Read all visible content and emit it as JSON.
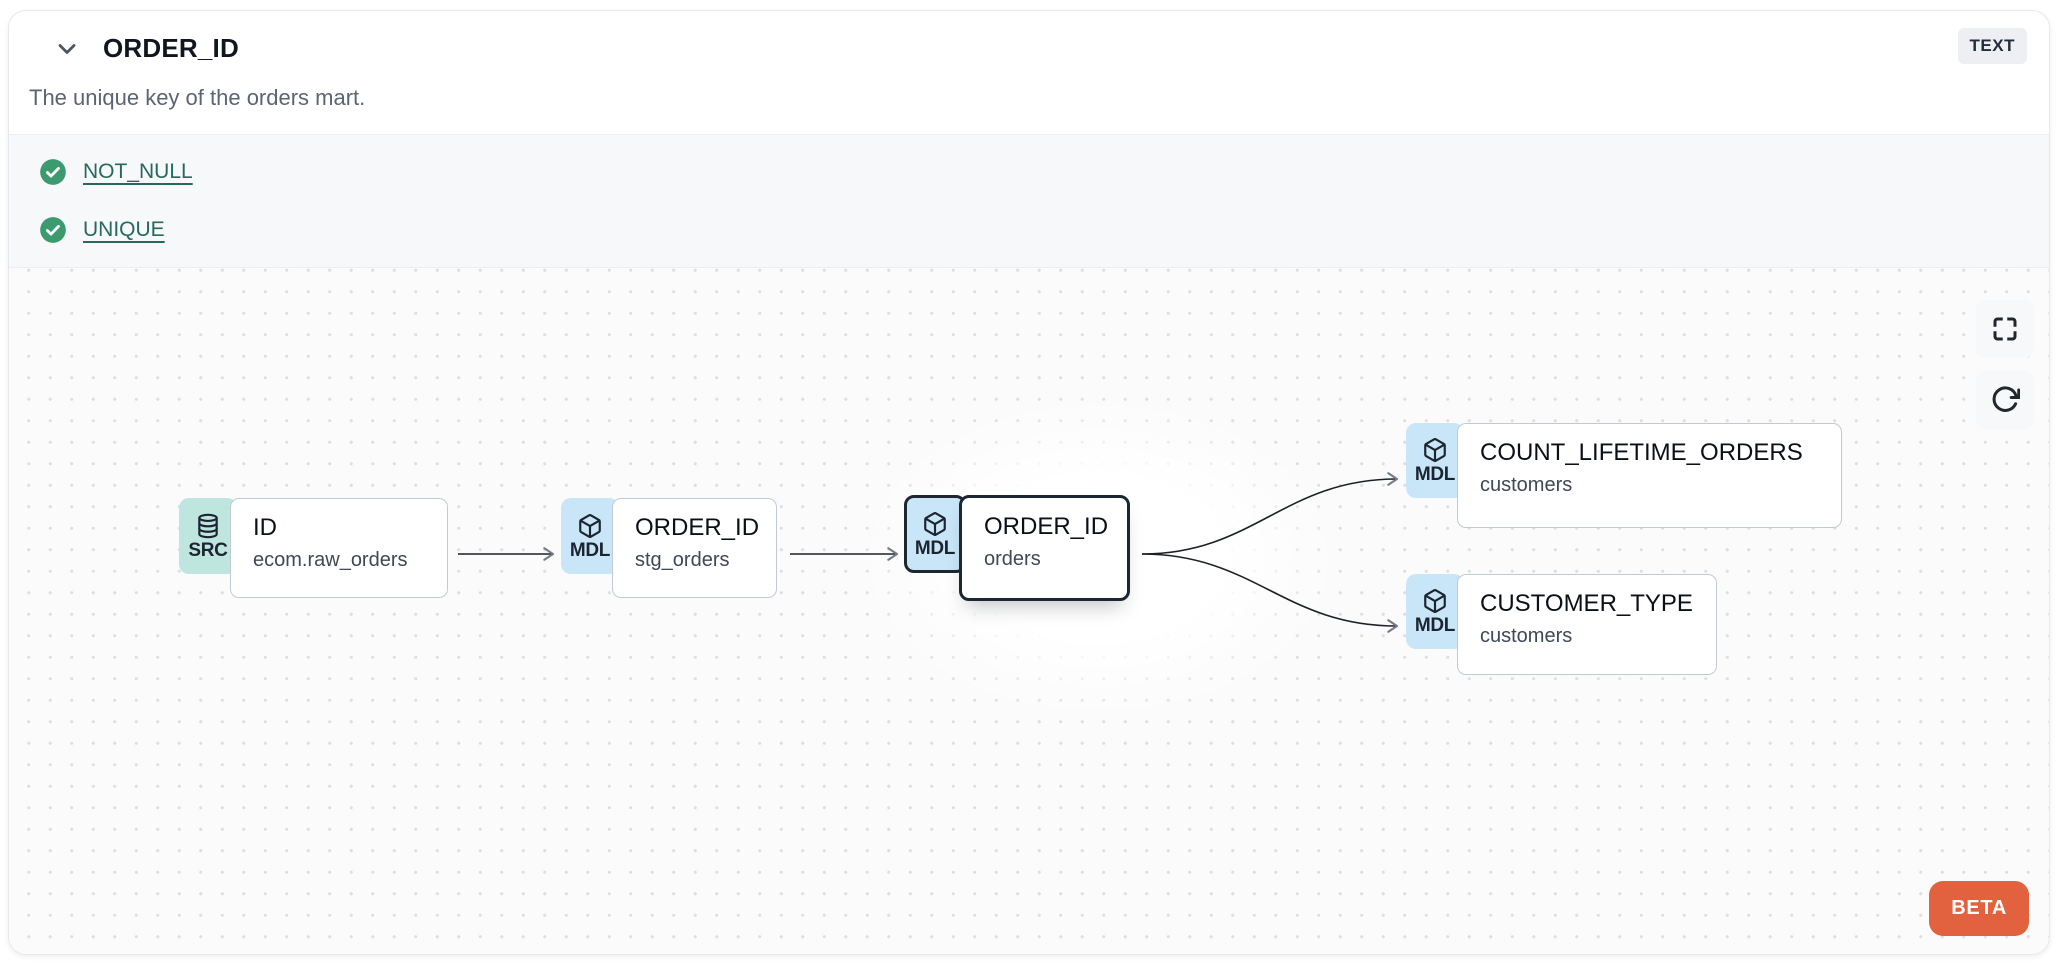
{
  "header": {
    "title": "ORDER_ID",
    "type_badge": "TEXT",
    "description": "The unique key of the orders mart.",
    "collapse_icon": "chevron-down-icon"
  },
  "tests": {
    "items": [
      {
        "label": "NOT_NULL",
        "status": "pass",
        "icon": "check-circle-icon"
      },
      {
        "label": "UNIQUE",
        "status": "pass",
        "icon": "check-circle-icon"
      }
    ]
  },
  "canvas": {
    "nodes": [
      {
        "badge": "SRC",
        "icon": "database-icon",
        "title": "ID",
        "subtitle": "ecom.raw_orders",
        "selected": false
      },
      {
        "badge": "MDL",
        "icon": "cube-icon",
        "title": "ORDER_ID",
        "subtitle": "stg_orders",
        "selected": false
      },
      {
        "badge": "MDL",
        "icon": "cube-icon",
        "title": "ORDER_ID",
        "subtitle": "orders",
        "selected": true
      },
      {
        "badge": "MDL",
        "icon": "cube-icon",
        "title": "COUNT_LIFETIME_ORDERS",
        "subtitle": "customers",
        "selected": false
      },
      {
        "badge": "MDL",
        "icon": "cube-icon",
        "title": "CUSTOMER_TYPE",
        "subtitle": "customers",
        "selected": false
      }
    ],
    "controls": [
      {
        "name": "fullscreen",
        "icon": "fullscreen-icon"
      },
      {
        "name": "refresh",
        "icon": "refresh-icon"
      }
    ],
    "beta_badge": "BETA"
  },
  "colors": {
    "accent_orange": "#e2613e",
    "test_pass_green": "#3b9a6e",
    "link_teal": "#26695e",
    "badge_src_bg": "#bfe5df",
    "badge_mdl_bg": "#c9e6f8",
    "edge_color": "#1c2027",
    "selected_border": "#1d2633"
  }
}
